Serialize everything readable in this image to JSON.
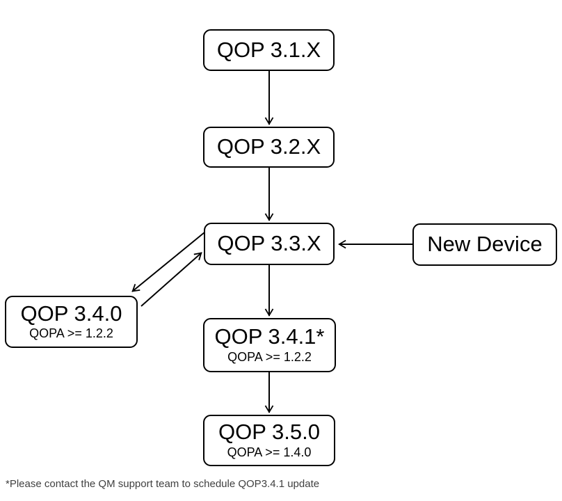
{
  "diagram": {
    "nodes": {
      "qop31x": {
        "label": "QOP 3.1.X"
      },
      "qop32x": {
        "label": "QOP 3.2.X"
      },
      "qop33x": {
        "label": "QOP 3.3.X"
      },
      "new_device": {
        "label": "New Device"
      },
      "qop340": {
        "label": "QOP 3.4.0",
        "sub": "QOPA >= 1.2.2"
      },
      "qop341": {
        "label": "QOP 3.4.1*",
        "sub": "QOPA >= 1.2.2"
      },
      "qop350": {
        "label": "QOP 3.5.0",
        "sub": "QOPA >= 1.4.0"
      }
    },
    "edges": [
      {
        "from": "QOP 3.1.X",
        "to": "QOP 3.2.X",
        "style": "arrow-down"
      },
      {
        "from": "QOP 3.2.X",
        "to": "QOP 3.3.X",
        "style": "arrow-down"
      },
      {
        "from": "New Device",
        "to": "QOP 3.3.X",
        "style": "arrow-left"
      },
      {
        "from": "QOP 3.3.X",
        "to": "QOP 3.4.0",
        "style": "arrow-diagonal"
      },
      {
        "from": "QOP 3.4.0",
        "to": "QOP 3.3.X",
        "style": "arrow-diagonal"
      },
      {
        "from": "QOP 3.3.X",
        "to": "QOP 3.4.1*",
        "style": "arrow-down"
      },
      {
        "from": "QOP 3.4.1*",
        "to": "QOP 3.5.0",
        "style": "arrow-down"
      }
    ],
    "footnote": "*Please contact the QM support team to schedule QOP3.4.1 update",
    "colors": {
      "background": "#ffffff",
      "node_fill": "#ffffff",
      "node_border": "#000000",
      "node_text": "#000000",
      "connector": "#000000",
      "footnote_text": "#404040"
    }
  }
}
